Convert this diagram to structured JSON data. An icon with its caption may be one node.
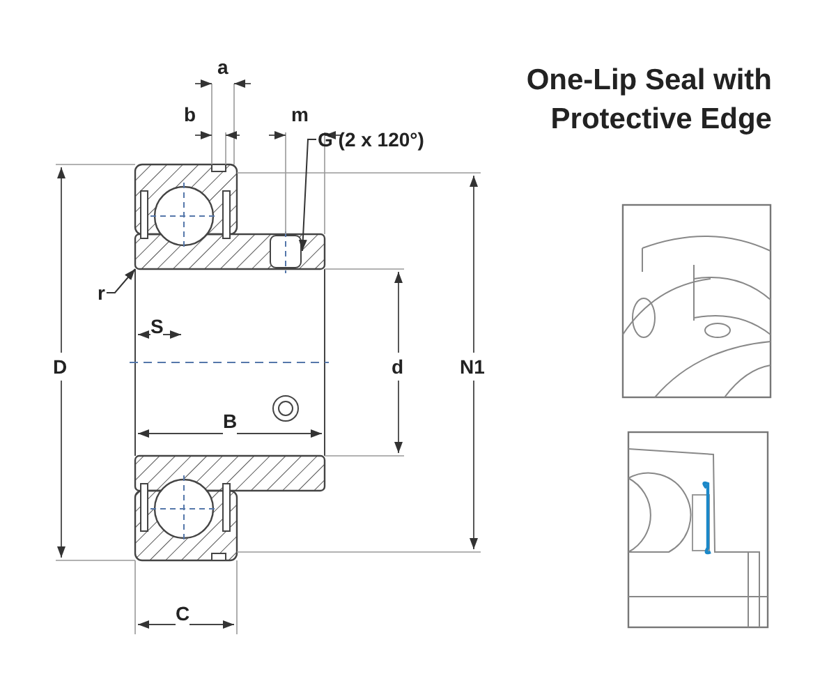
{
  "diagram": {
    "title": "One-Lip Seal with Protective Edge",
    "nodes": [
      {
        "text": [
          "G (2 x 120°)"
        ]
      },
      {
        "text": [
          "r"
        ]
      }
    ],
    "edges": [
      {
        "from": 0,
        "to": null,
        "arrow": "to"
      },
      {
        "from": 1,
        "to": null,
        "arrow": "to"
      }
    ],
    "labels": [
      "a",
      "b",
      "m",
      "S",
      "D",
      "d",
      "N1",
      "B",
      "C"
    ]
  }
}
